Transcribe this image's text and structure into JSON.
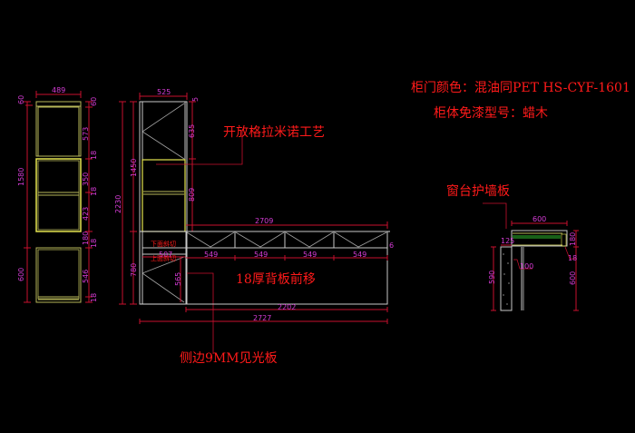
{
  "notes": {
    "door_color": "柜门颜色：混油同PET   HS-CYF-1601",
    "cabinet_model": "柜体免漆型号：蜡木",
    "open_grid": "开放格拉米诺工艺",
    "back_panel": "18厚背板前移",
    "side_panel": "侧边9MM见光板",
    "window_panel": "窗台护墙板",
    "lower_bevel": "下面斜切",
    "upper_bevel": "上面斜切"
  },
  "colors": {
    "background": "#000000",
    "dimension_line": "#c8102e",
    "dimension_text": "#d63cd6",
    "note_text": "#ff1a1a",
    "cabinet_outline": "#c8c8c8",
    "door_frame": "#b8b85a",
    "highlight_frame": "#e6e650",
    "green_line": "#30c030"
  },
  "left_cabinet": {
    "width": "489",
    "left_dims": [
      "60",
      "1580",
      "600"
    ],
    "right_dims": [
      "60",
      "573",
      "18",
      "350",
      "18",
      "423",
      "180",
      "18",
      "546",
      "18"
    ]
  },
  "middle_cabinet": {
    "width": "525",
    "top_offset": "5",
    "left_outer": "2230",
    "left_inner": [
      "1450",
      "780"
    ],
    "right_dims": [
      "635",
      "809"
    ],
    "drawer_width": "507",
    "drawer_height": "565"
  },
  "bench": {
    "top_width": "2709",
    "sections": [
      "549",
      "549",
      "549",
      "549"
    ],
    "side_offset": "6",
    "inner_width": "2202",
    "total_width": "2727"
  },
  "window_detail": {
    "width": "600",
    "wall_offset": "125",
    "height_top": "180",
    "thickness": "18",
    "leg": "100",
    "left_height": "590",
    "right_height": "600"
  }
}
